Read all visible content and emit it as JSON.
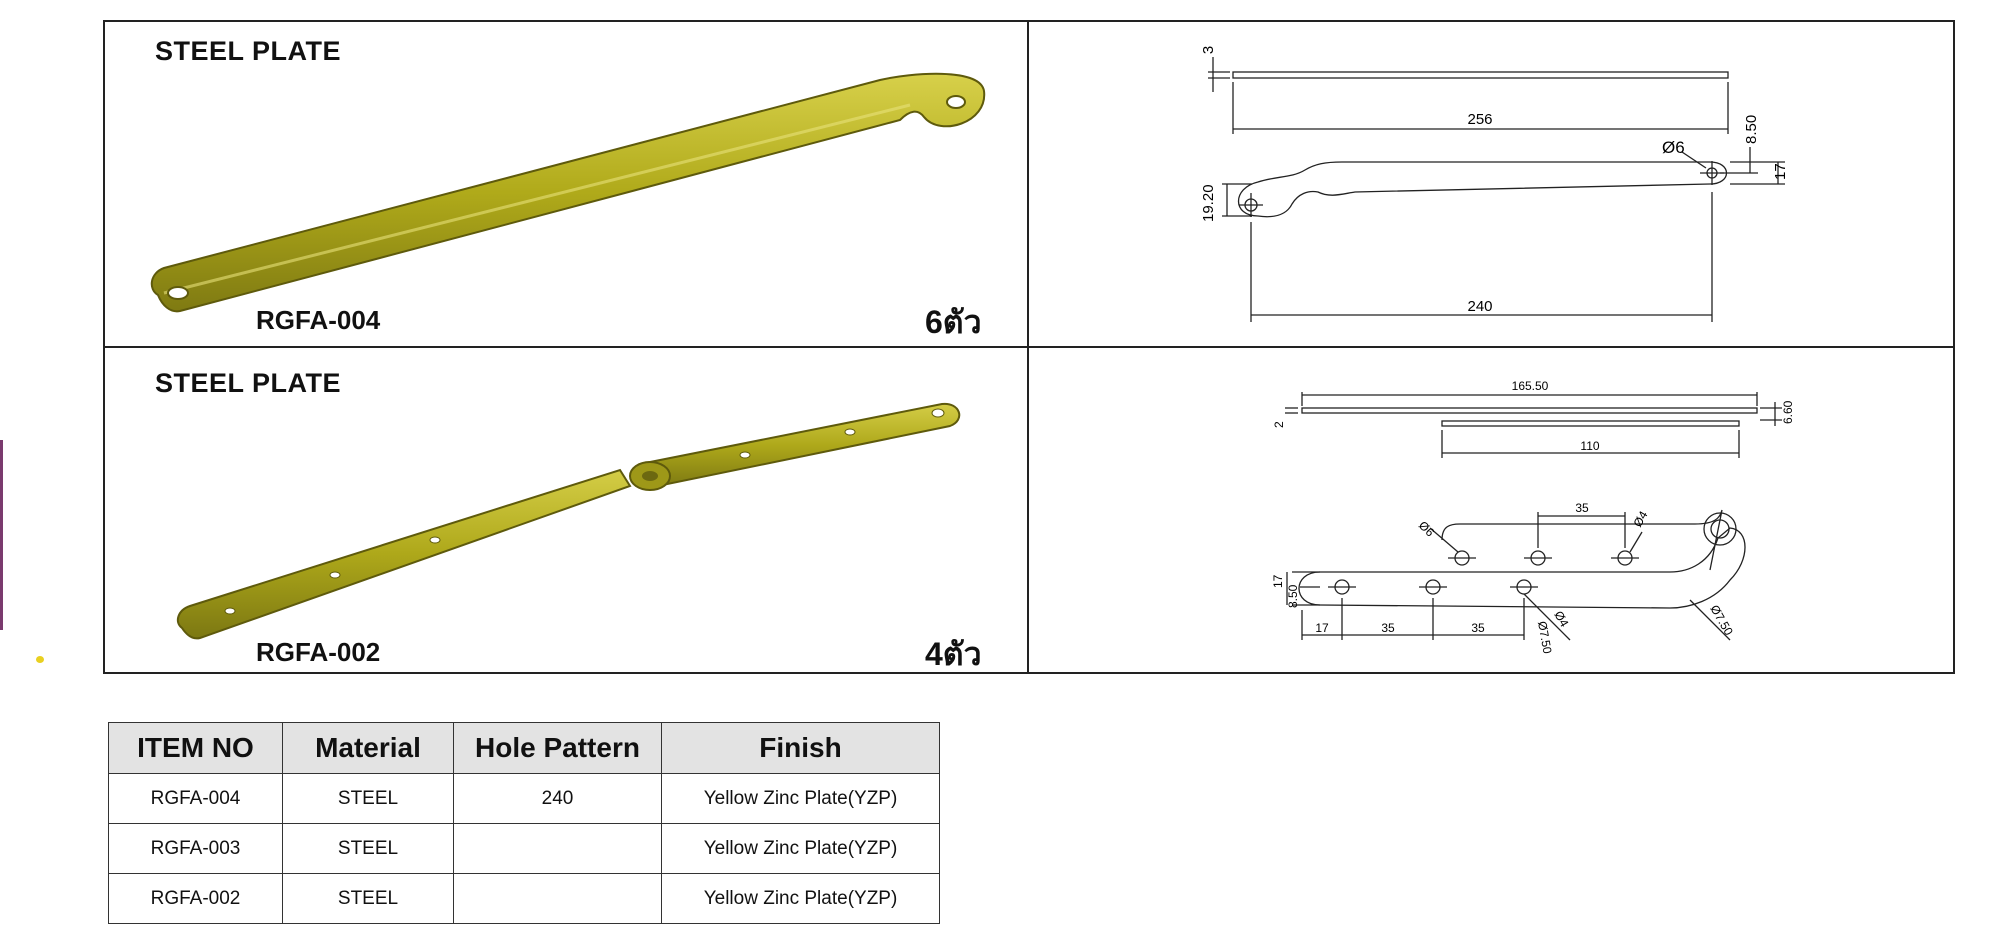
{
  "panels": [
    {
      "title": "STEEL PLATE",
      "code": "RGFA-004",
      "qty": "6ตัว"
    },
    {
      "title": "STEEL PLATE",
      "code": "RGFA-002",
      "qty": "4ตัว"
    }
  ],
  "drawing_004": {
    "thickness": "3",
    "length": "256",
    "hole_dia": "Ø6",
    "offset": "8.50",
    "width": "17",
    "height": "19.20",
    "pitch": "240"
  },
  "drawing_002": {
    "top_length": "165.50",
    "top_height": "6.60",
    "thickness": "2",
    "lower_length": "110",
    "pitch_top": "35",
    "dia_6": "Ø6",
    "dia_4_top": "Ø4",
    "height": "17",
    "offset": "8.50",
    "dim_a": "17",
    "dim_b": "35",
    "dim_c": "35",
    "dia_750_bottom": "Ø7.50",
    "dia_4_bottom": "Ø4",
    "dia_750_end": "Ø7.50"
  },
  "table": {
    "headers": [
      "ITEM NO",
      "Material",
      "Hole Pattern",
      "Finish"
    ],
    "rows": [
      [
        "RGFA-004",
        "STEEL",
        "240",
        "Yellow Zinc Plate(YZP)"
      ],
      [
        "RGFA-003",
        "STEEL",
        "",
        "Yellow Zinc Plate(YZP)"
      ],
      [
        "RGFA-002",
        "STEEL",
        "",
        "Yellow Zinc Plate(YZP)"
      ]
    ]
  },
  "colors": {
    "plate_yellow": "#b8b21e",
    "plate_edge": "#6e6a10",
    "line": "#222222"
  }
}
